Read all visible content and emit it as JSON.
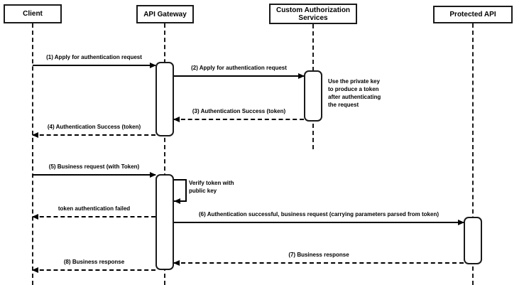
{
  "diagram": {
    "type": "sequence-diagram",
    "colors": {
      "stroke": "#000000",
      "fill": "#ffffff",
      "background": "#ffffff"
    },
    "actors": [
      {
        "label": "Client"
      },
      {
        "label": "API Gateway"
      },
      {
        "label": "Custom Authorization Services"
      },
      {
        "label": "Protected API"
      }
    ],
    "messages": [
      {
        "label": "(1) Apply for authentication request",
        "from": "Client",
        "to": "API Gateway",
        "style": "solid"
      },
      {
        "label": "(2) Apply for authentication request",
        "from": "API Gateway",
        "to": "Custom Authorization Services",
        "style": "solid"
      },
      {
        "label": "(3) Authentication Success (token)",
        "from": "Custom Authorization Services",
        "to": "API Gateway",
        "style": "dashed"
      },
      {
        "label": "(4) Authentication Success (token)",
        "from": "API Gateway",
        "to": "Client",
        "style": "dashed"
      },
      {
        "label": "(5) Business request (with Token)",
        "from": "Client",
        "to": "API Gateway",
        "style": "solid"
      },
      {
        "label": "Verify token with public key",
        "from": "API Gateway",
        "to": "API Gateway",
        "style": "self"
      },
      {
        "label": "token authentication failed",
        "from": "API Gateway",
        "to": "Client",
        "style": "dashed"
      },
      {
        "label": "(6) Authentication successful, business request (carrying parameters parsed from token)",
        "from": "API Gateway",
        "to": "Protected API",
        "style": "solid"
      },
      {
        "label": "(7) Business response",
        "from": "Protected API",
        "to": "API Gateway",
        "style": "dashed"
      },
      {
        "label": "(8) Business response",
        "from": "API Gateway",
        "to": "Client",
        "style": "dashed"
      }
    ],
    "note": {
      "text": "Use the private key to produce a token after authenticating the request"
    }
  }
}
